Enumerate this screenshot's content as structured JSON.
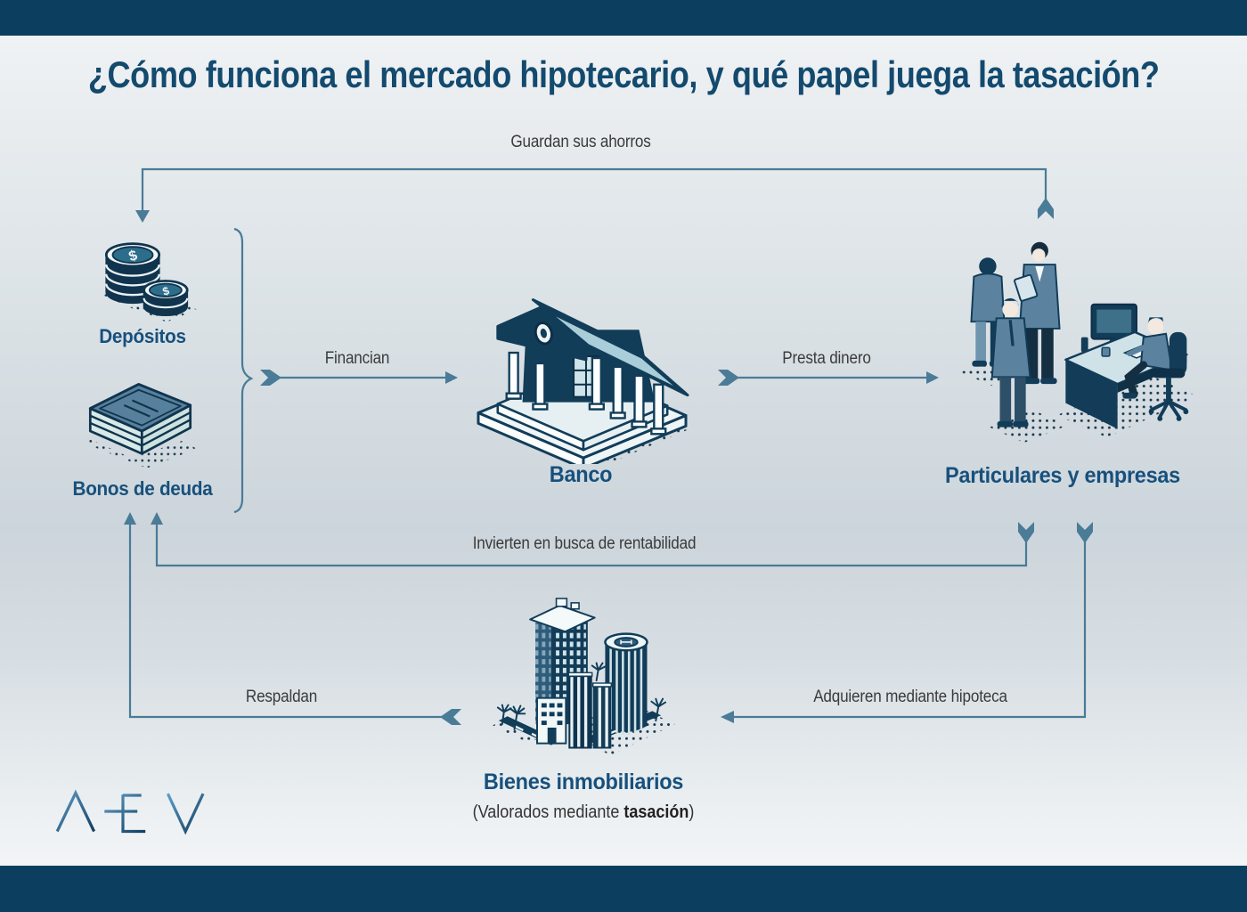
{
  "title": "¿Cómo funciona el mercado hipotecario, y qué papel juega la tasación?",
  "flows": {
    "guardan": {
      "label": "Guardan sus ahorros"
    },
    "financian": {
      "label": "Financian"
    },
    "presta": {
      "label": "Presta dinero"
    },
    "invierten": {
      "label": "Invierten en busca de rentabilidad"
    },
    "respaldan": {
      "label": "Respaldan"
    },
    "adquieren": {
      "label": "Adquieren mediante hipoteca"
    }
  },
  "nodes": {
    "depositos": {
      "label": "Depósitos"
    },
    "bonos": {
      "label": "Bonos de deuda"
    },
    "banco": {
      "label": "Banco"
    },
    "particulares": {
      "label": "Particulares y empresas"
    },
    "bienes": {
      "label": "Bienes inmobiliarios"
    }
  },
  "valuation_note": {
    "prefix": "(Valorados mediante ",
    "bold": "tasación",
    "suffix": ")"
  },
  "logo": {
    "text": "AEV"
  },
  "icons": {
    "coin_symbol": "$"
  },
  "colors": {
    "bar": "#0c3f5f",
    "line": "#4a7b97",
    "title": "#134a6e",
    "node_label": "#17507c",
    "flow_text": "#3b3b3b",
    "illustration_dark": "#123c58",
    "illustration_slate": "#5b83a0",
    "illustration_light_roof": "#a9cdd9"
  }
}
